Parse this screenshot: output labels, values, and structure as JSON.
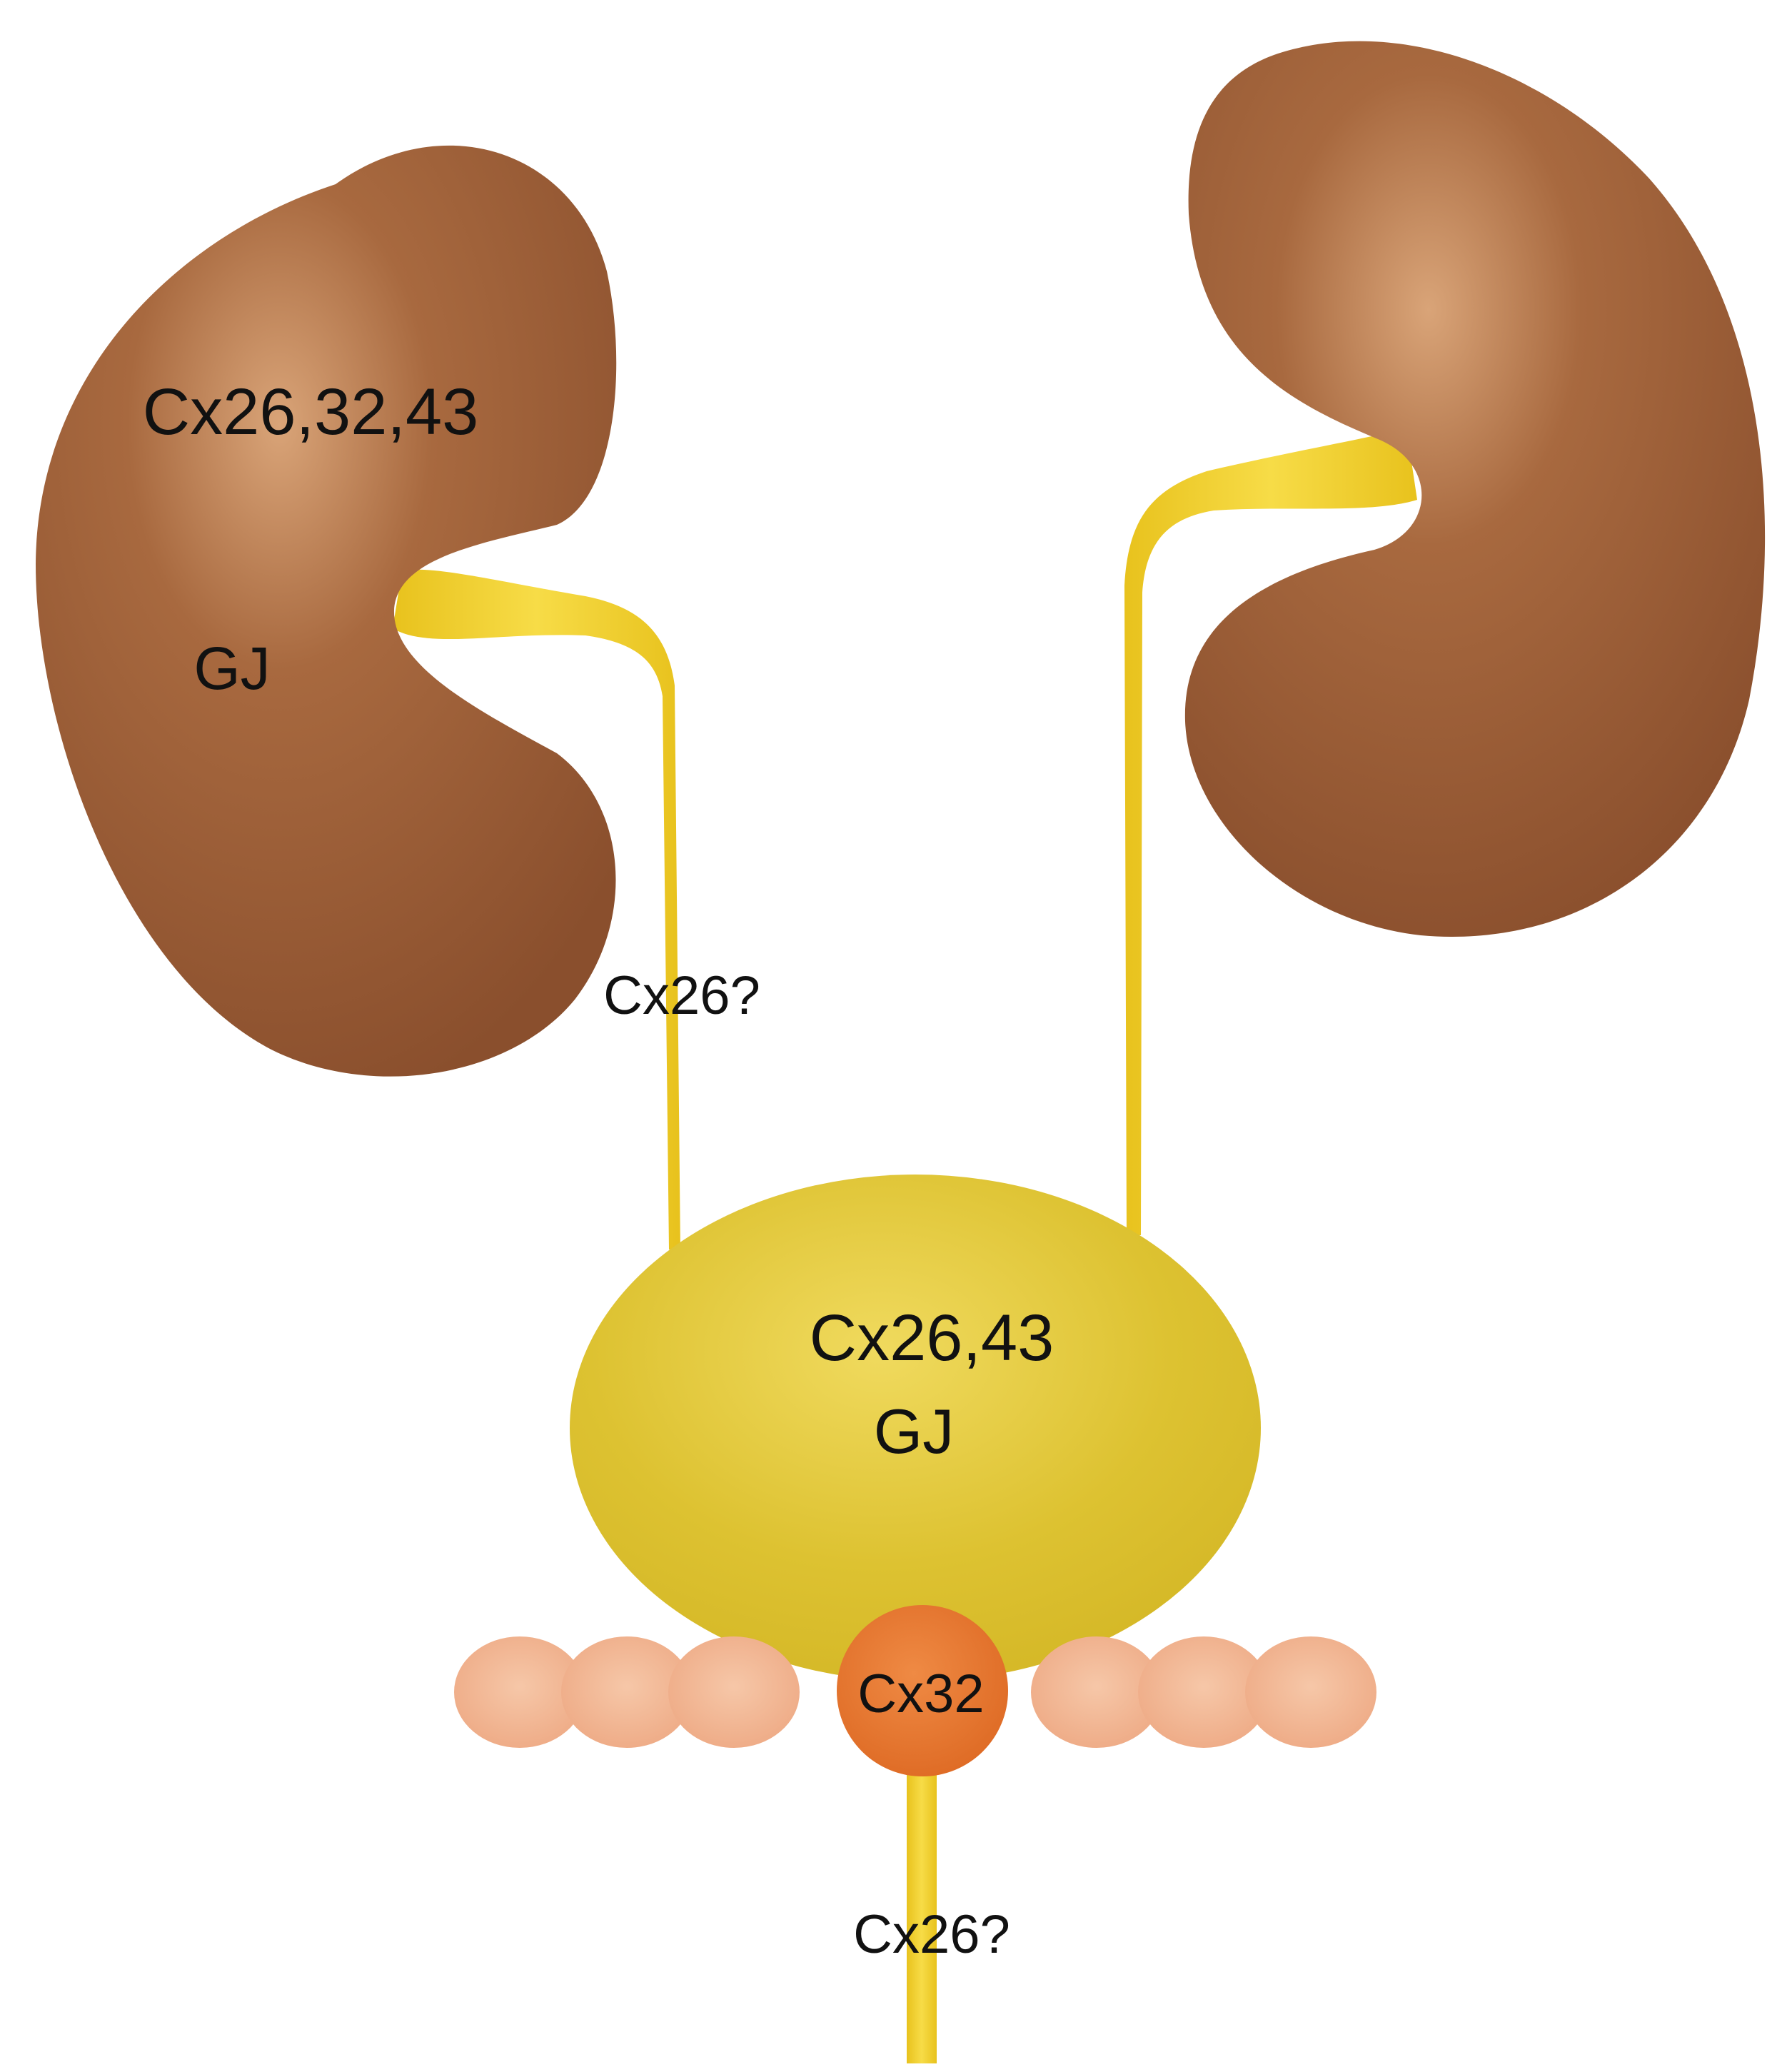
{
  "labels": {
    "kidney_connexins": "Cx26,32,43",
    "kidney_gap_junction": "GJ",
    "ureter_connexin": "Cx26?",
    "bladder_connexins": "Cx26,43",
    "bladder_gap_junction": "GJ",
    "prostate_connexin": "Cx32",
    "urethra_connexin": "Cx26?"
  },
  "colors": {
    "kidney": "#8f5230",
    "kidney_highlight": "#c98f63",
    "ureter": "#f2cf2e",
    "bladder": "#d9bd2c",
    "bladder_highlight": "#f0db5c",
    "prostate": "#e5742d",
    "prostate_lobes": "#f0b08c",
    "urethra": "#f2cf2e",
    "text": "#111111"
  }
}
